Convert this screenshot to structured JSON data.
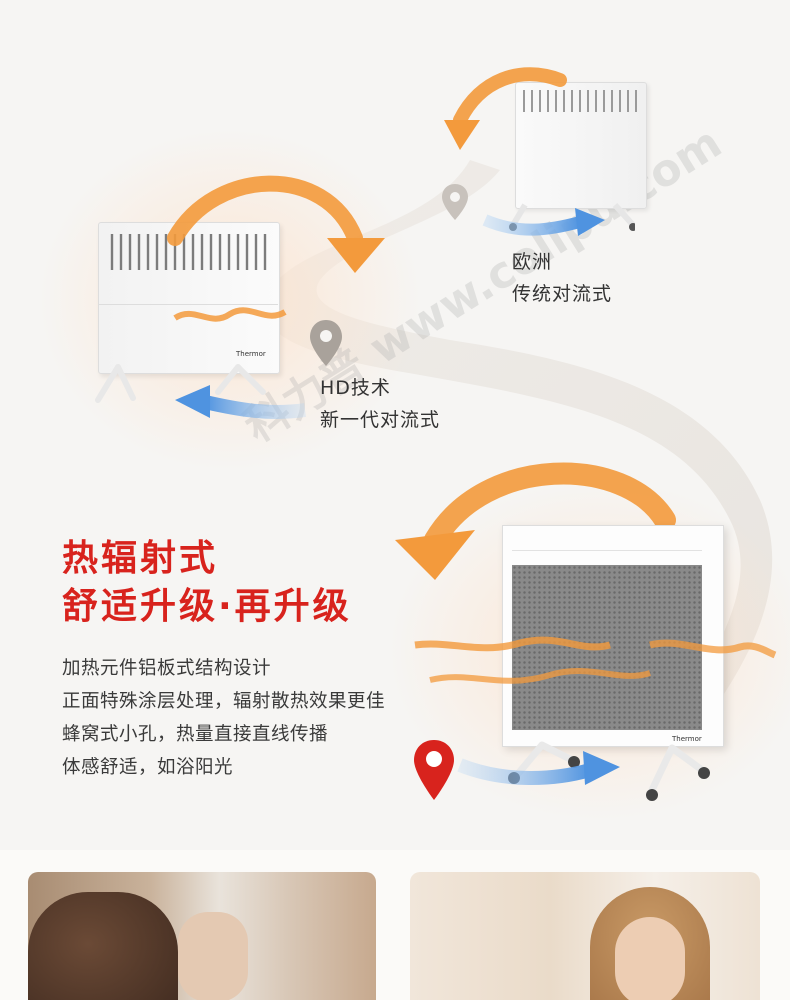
{
  "european": {
    "line1": "欧洲",
    "line2": "传统对流式"
  },
  "hd": {
    "line1": "HD技术",
    "line2": "新一代对流式"
  },
  "headline": {
    "line1": "热辐射式",
    "line2": "舒适升级·再升级"
  },
  "features": [
    "加热元件铝板式结构设计",
    "正面特殊涂层处理，辐射散热效果更佳",
    "蜂窝式小孔，热量直接直线传播",
    "体感舒适，如浴阳光"
  ],
  "watermark": "科力普 www.colipu.com",
  "brand_label": "Thermor",
  "colors": {
    "accent_red": "#d8231d",
    "warm_arrow": "#f39a3c",
    "cool_arrow": "#4f93e0",
    "pin_gray": "#a9a29b"
  },
  "icons": [
    "location-pin-icon",
    "warm-arrow-icon",
    "cool-arrow-icon",
    "heat-wave-icon"
  ]
}
